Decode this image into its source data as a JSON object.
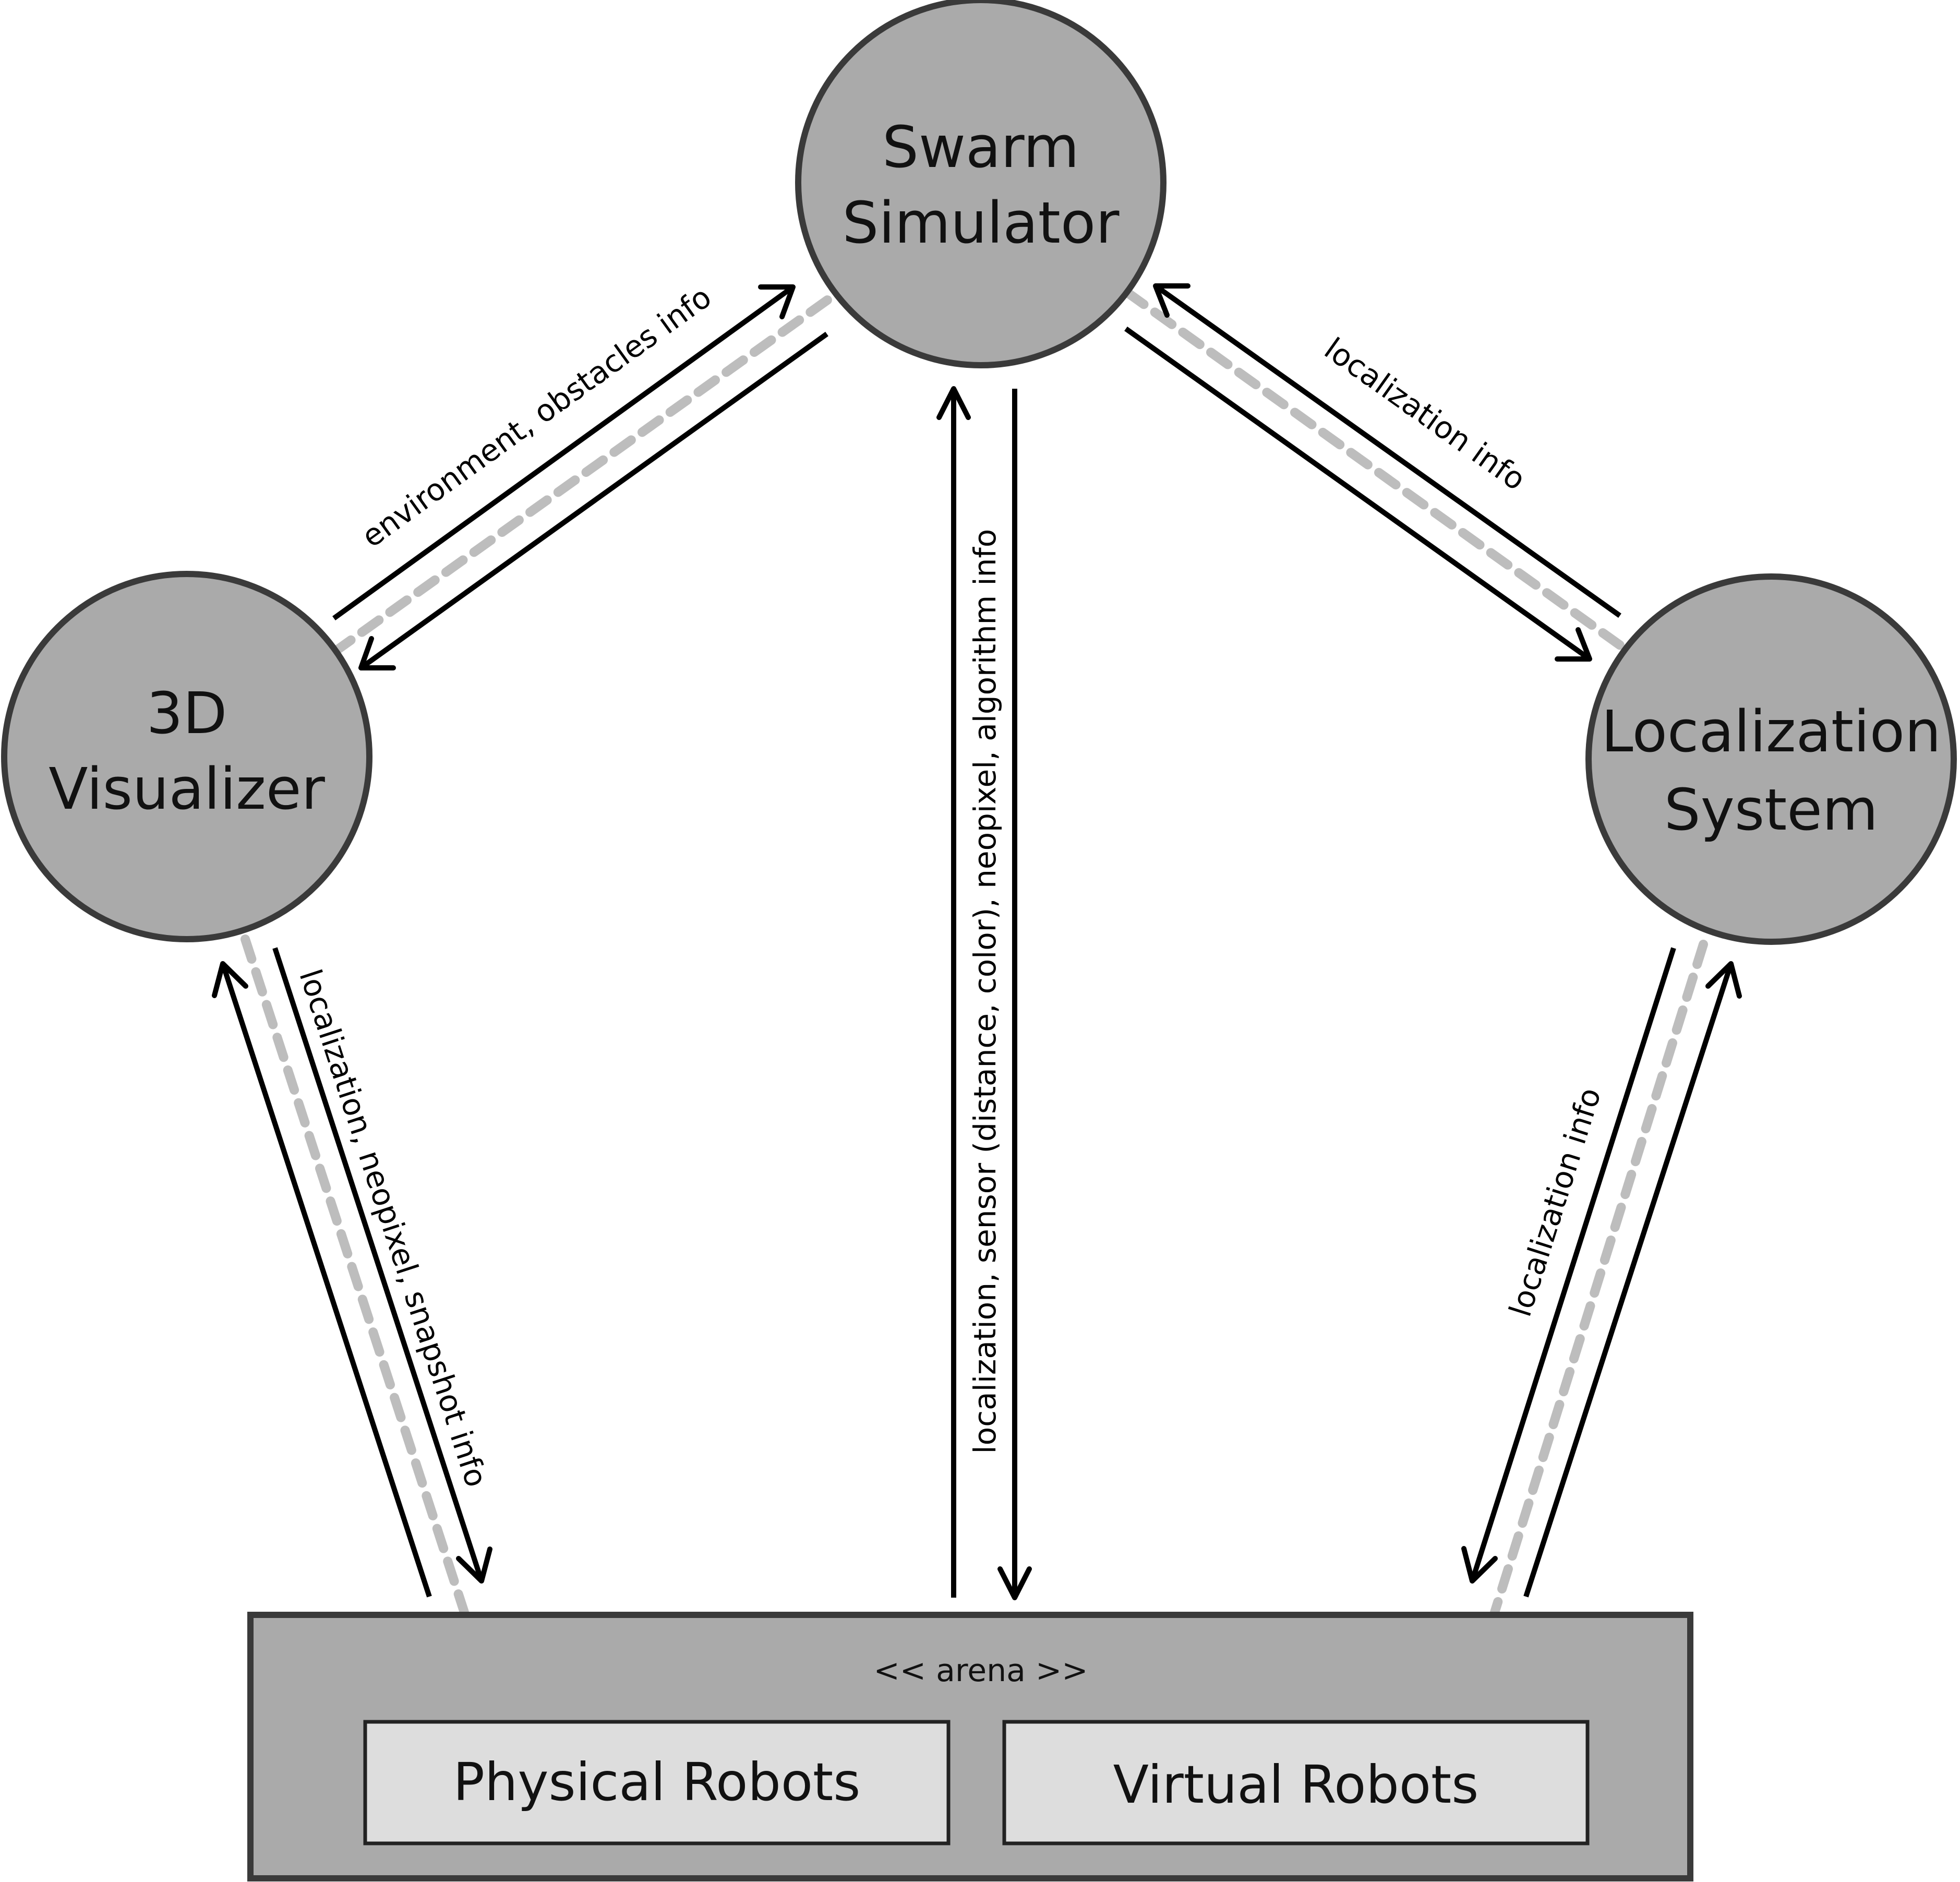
{
  "nodes": {
    "swarm_simulator": {
      "line1": "Swarm",
      "line2": "Simulator"
    },
    "visualizer": {
      "line1": "3D",
      "line2": "Visualizer"
    },
    "localization_system": {
      "line1": "Localization",
      "line2": "System"
    }
  },
  "arena": {
    "title": "<< arena >>",
    "physical_robots": "Physical Robots",
    "virtual_robots": "Virtual Robots"
  },
  "edges": {
    "visualizer_simulator": "environment, obstacles info",
    "simulator_localization": "localization info",
    "arena_simulator": "localization, sensor (distance, color), neopixel, algorithm info",
    "visualizer_arena": "localization, neopixel, snapshot info",
    "localization_arena": "localization info"
  }
}
